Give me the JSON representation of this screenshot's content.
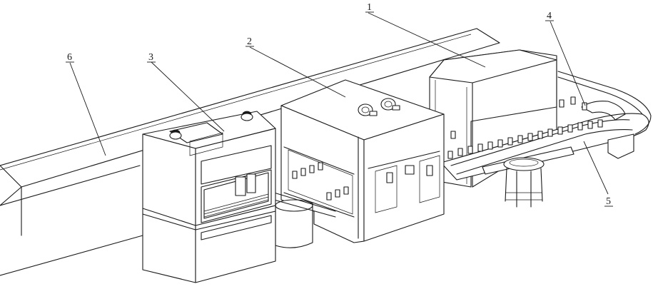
{
  "figure": {
    "labels": {
      "label_1": "1",
      "label_2": "2",
      "label_3": "3",
      "label_4": "4",
      "label_5": "5",
      "label_6": "6"
    }
  }
}
